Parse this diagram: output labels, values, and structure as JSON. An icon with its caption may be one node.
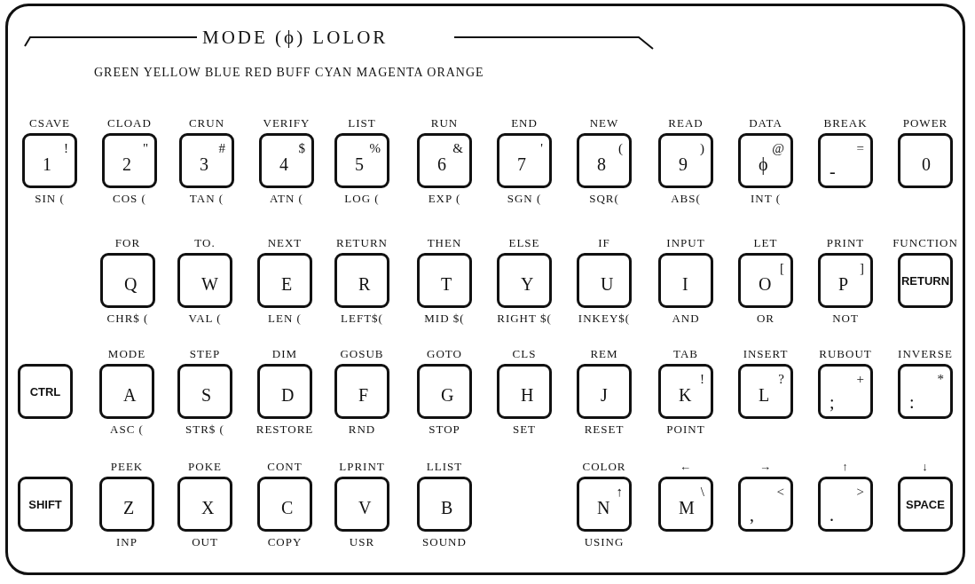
{
  "diagram": {
    "title": "MODE (ϕ) LOLOR",
    "nodes": [
      {
        "text": [
          "1",
          "!"
        ],
        "beside": [
          "CSAVE",
          "SIN ("
        ]
      },
      {
        "text": [
          "2",
          "\""
        ],
        "beside": [
          "CLOAD",
          "COS ("
        ]
      },
      {
        "text": [
          "3",
          "#"
        ],
        "beside": [
          "CRUN",
          "TAN ("
        ]
      },
      {
        "text": [
          "4",
          "$"
        ],
        "beside": [
          "VERIFY",
          "ATN ("
        ]
      },
      {
        "text": [
          "5",
          "%"
        ],
        "beside": [
          "LIST",
          "LOG ("
        ]
      },
      {
        "text": [
          "6",
          "&"
        ],
        "beside": [
          "RUN",
          "EXP ("
        ]
      },
      {
        "text": [
          "7",
          "'"
        ],
        "beside": [
          "END",
          "SGN ("
        ]
      },
      {
        "text": [
          "8",
          "("
        ],
        "beside": [
          "NEW",
          "SQR("
        ]
      },
      {
        "text": [
          "9",
          ")"
        ],
        "beside": [
          "READ",
          "ABS("
        ]
      },
      {
        "text": [
          "ϕ",
          "@"
        ],
        "beside": [
          "DATA",
          "INT ("
        ]
      },
      {
        "text": [
          "-",
          "="
        ],
        "beside": [
          "BREAK"
        ]
      },
      {
        "text": [
          "0"
        ],
        "beside": [
          "POWER"
        ]
      },
      {
        "text": [
          "Q"
        ],
        "beside": [
          "FOR",
          "CHR$ ("
        ]
      },
      {
        "text": [
          "W"
        ],
        "beside": [
          "TO.",
          "VAL ("
        ]
      },
      {
        "text": [
          "E"
        ],
        "beside": [
          "NEXT",
          "LEN ("
        ]
      },
      {
        "text": [
          "R"
        ],
        "beside": [
          "RETURN",
          "LEFT$("
        ]
      },
      {
        "text": [
          "T"
        ],
        "beside": [
          "THEN",
          "MID $("
        ]
      },
      {
        "text": [
          "Y"
        ],
        "beside": [
          "ELSE",
          "RIGHT $("
        ]
      },
      {
        "text": [
          "U"
        ],
        "beside": [
          "IF",
          "INKEY$("
        ]
      },
      {
        "text": [
          "I"
        ],
        "beside": [
          "INPUT",
          "AND"
        ]
      },
      {
        "text": [
          "O",
          "["
        ],
        "beside": [
          "LET",
          "OR"
        ]
      },
      {
        "text": [
          "P",
          "]"
        ],
        "beside": [
          "PRINT",
          "NOT"
        ]
      },
      {
        "text": [
          "RETURN"
        ],
        "beside": [
          "FUNCTION"
        ]
      },
      {
        "text": [
          "CTRL"
        ]
      },
      {
        "text": [
          "A"
        ],
        "beside": [
          "MODE",
          "ASC ("
        ]
      },
      {
        "text": [
          "S"
        ],
        "beside": [
          "STEP",
          "STR$ ("
        ]
      },
      {
        "text": [
          "D"
        ],
        "beside": [
          "DIM",
          "RESTORE"
        ]
      },
      {
        "text": [
          "F"
        ],
        "beside": [
          "GOSUB",
          "RND"
        ]
      },
      {
        "text": [
          "G"
        ],
        "beside": [
          "GOTO",
          "STOP"
        ]
      },
      {
        "text": [
          "H"
        ],
        "beside": [
          "CLS",
          "SET"
        ]
      },
      {
        "text": [
          "J"
        ],
        "beside": [
          "REM",
          "RESET"
        ]
      },
      {
        "text": [
          "K",
          "!"
        ],
        "beside": [
          "TAB",
          "POINT"
        ]
      },
      {
        "text": [
          "L",
          "?"
        ],
        "beside": [
          "INSERT"
        ]
      },
      {
        "text": [
          ";",
          "+"
        ],
        "beside": [
          "RUBOUT"
        ]
      },
      {
        "text": [
          ":",
          "*"
        ],
        "beside": [
          "INVERSE"
        ]
      },
      {
        "text": [
          "SHIFT"
        ]
      },
      {
        "text": [
          "Z"
        ],
        "beside": [
          "PEEK",
          "INP"
        ]
      },
      {
        "text": [
          "X"
        ],
        "beside": [
          "POKE",
          "OUT"
        ]
      },
      {
        "text": [
          "C"
        ],
        "beside": [
          "CONT",
          "COPY"
        ]
      },
      {
        "text": [
          "V"
        ],
        "beside": [
          "LPRINT",
          "USR"
        ]
      },
      {
        "text": [
          "B"
        ],
        "beside": [
          "LLIST",
          "SOUND"
        ]
      },
      {
        "text": [
          "N",
          "↑"
        ],
        "beside": [
          "COLOR",
          "USING"
        ]
      },
      {
        "text": [
          "M",
          "\\"
        ],
        "beside": [
          "←"
        ]
      },
      {
        "text": [
          ",",
          "<"
        ],
        "beside": [
          "→"
        ]
      },
      {
        "text": [
          ".",
          ">"
        ],
        "beside": [
          "↑"
        ]
      },
      {
        "text": [
          "SPACE"
        ],
        "beside": [
          "↓"
        ]
      }
    ],
    "edges": [],
    "labels": [
      "GREEN YELLOW BLUE RED BUFF CYAN MAGENTA ORANGE"
    ]
  }
}
